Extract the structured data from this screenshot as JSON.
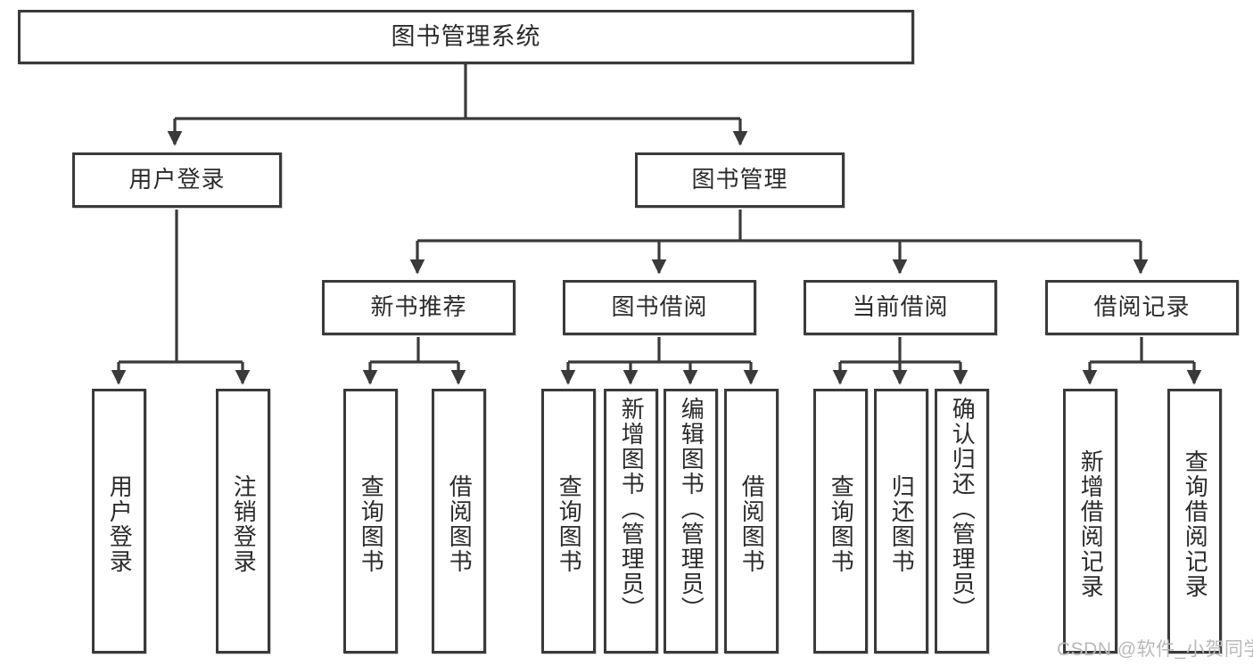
{
  "diagram": {
    "title": "图书管理系统",
    "type": "tree-hierarchy-chart",
    "colors": {
      "box_border": "#3a3a3a",
      "box_fill": "#ffffff",
      "edge": "#3a3a3a",
      "text": "#2b2b2b",
      "watermark": "#b9b9b9"
    },
    "root": {
      "label": "图书管理系统"
    },
    "level2": [
      {
        "id": "user-login",
        "label": "用户登录"
      },
      {
        "id": "book-management",
        "label": "图书管理"
      }
    ],
    "level3": [
      {
        "id": "new-book-recommend",
        "label": "新书推荐"
      },
      {
        "id": "book-borrow",
        "label": "图书借阅"
      },
      {
        "id": "current-borrow",
        "label": "当前借阅"
      },
      {
        "id": "borrow-record",
        "label": "借阅记录"
      }
    ],
    "leaves": {
      "user_login": [
        {
          "id": "leaf-user-login",
          "label": "用户登录"
        },
        {
          "id": "leaf-logout-login",
          "label": "注销登录"
        }
      ],
      "new_book_recommend": [
        {
          "id": "leaf-query-book-1",
          "label": "查询图书"
        },
        {
          "id": "leaf-borrow-book-1",
          "label": "借阅图书"
        }
      ],
      "book_borrow": [
        {
          "id": "leaf-query-book-2",
          "label": "查询图书"
        },
        {
          "id": "leaf-add-book",
          "label": "新增图书（管理员）"
        },
        {
          "id": "leaf-edit-book",
          "label": "编辑图书（管理员）"
        },
        {
          "id": "leaf-borrow-book-2",
          "label": "借阅图书"
        }
      ],
      "current_borrow": [
        {
          "id": "leaf-query-book-3",
          "label": "查询图书"
        },
        {
          "id": "leaf-return-book",
          "label": "归还图书"
        },
        {
          "id": "leaf-confirm-return",
          "label": "确认归还（管理员）"
        }
      ],
      "borrow_record": [
        {
          "id": "leaf-add-borrow-record",
          "label": "新增借阅记录"
        },
        {
          "id": "leaf-query-borrow-record",
          "label": "查询借阅记录"
        }
      ]
    },
    "watermark": "CSDN @软件_小贺同学"
  }
}
